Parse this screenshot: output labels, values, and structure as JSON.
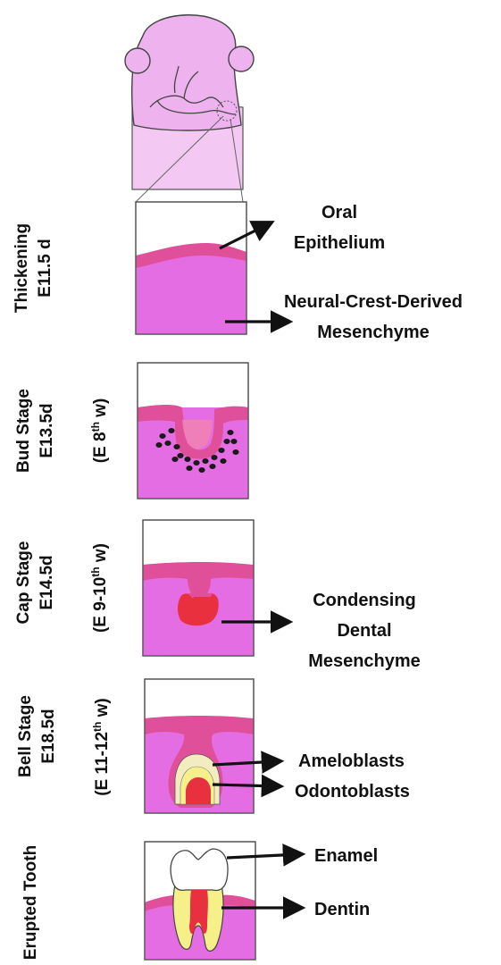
{
  "stages": [
    {
      "id": "thickening",
      "name": "Thickening",
      "day": "E11.5 d",
      "human_week": ""
    },
    {
      "id": "bud",
      "name": "Bud Stage",
      "day": "E13.5d",
      "human_week_base": "(E 8",
      "human_week_sup": "th",
      "human_week_end": " w)"
    },
    {
      "id": "cap",
      "name": "Cap Stage",
      "day": "E14.5d",
      "human_week_base": "(E 9-10",
      "human_week_sup": "th",
      "human_week_end": " w)"
    },
    {
      "id": "bell",
      "name": "Bell Stage",
      "day": "E18.5d",
      "human_week_base": "(E 11-12",
      "human_week_sup": "th",
      "human_week_end": " w)"
    },
    {
      "id": "erupted",
      "name": "Erupted Tooth",
      "day": ""
    }
  ],
  "annotations": {
    "oral_epithelium": [
      "Oral",
      "Epithelium"
    ],
    "mesenchyme": [
      "Neural-Crest-Derived",
      "Mesenchyme"
    ],
    "condensing": [
      "Condensing",
      "Dental",
      "Mesenchyme"
    ],
    "ameloblasts": "Ameloblasts",
    "odontoblasts": "Odontoblasts",
    "enamel": "Enamel",
    "dentin": "Dentin"
  },
  "colors": {
    "head_fill": "#eeb2ee",
    "neck_fill": "#f3c8f3",
    "mesenchyme": "#e46de4",
    "epithelium": "#e0509a",
    "epithelium_light": "#ef7fb8",
    "cell_dots": "#1a1a1a",
    "condensing_red": "#e8303e",
    "enamel_cream": "#f2ecc0",
    "dentin_yellow": "#f6f08a",
    "outline": "#333333",
    "arrow": "#111111"
  }
}
